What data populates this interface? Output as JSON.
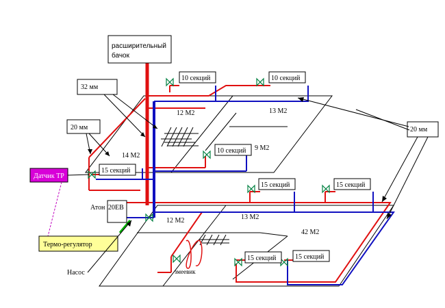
{
  "colors": {
    "supply": "#e01010",
    "return": "#1010c0",
    "outline": "#000000",
    "sensor_fill": "#d800d8",
    "thermostat_fill": "#ffff99",
    "valve": "#008040"
  },
  "labels": {
    "tank": [
      "расширительный",
      "бачок"
    ],
    "pipe_32": "32 мм",
    "pipe_20_left": "20 мм",
    "pipe_20_right": "20 мм",
    "sensor": "Датчик ТР",
    "thermostat": "Термо-регулятор",
    "boiler_prefix": "Атон",
    "boiler_model": "20ЕВ",
    "pump": "Насос",
    "coil": "змеевик"
  },
  "areas": {
    "upper_left": "14 М2",
    "upper_mid": "12 М2",
    "upper_right": "13 М2",
    "upper_small": "9 М2",
    "lower_left": "12 М2",
    "lower_mid": "13 М2",
    "lower_right": "42 М2"
  },
  "radiators": {
    "r1": "10 секций",
    "r2": "10 секций",
    "r3": "10 секций",
    "r4": "15 секций",
    "r5": "15 секций",
    "r6": "15 секций",
    "r7": "15 секций",
    "r8": "15 секций"
  }
}
